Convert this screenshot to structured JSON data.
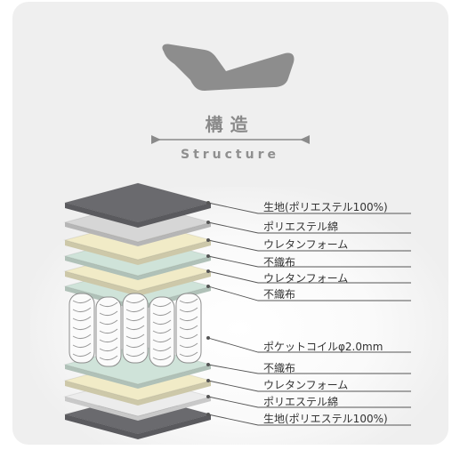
{
  "header": {
    "title_jp": "構造",
    "title_en": "Structure"
  },
  "icons": {
    "bed": "adjustable-bed-icon"
  },
  "layers": [
    {
      "label": "生地(ポリエステル100%)",
      "color": "#6a6a6e"
    },
    {
      "label": "ポリエステル綿",
      "color": "#d6d6d6"
    },
    {
      "label": "ウレタンフォーム",
      "color": "#f1ebc7"
    },
    {
      "label": "不織布",
      "color": "#cfe3d9"
    },
    {
      "label": "ウレタンフォーム",
      "color": "#f1ebc7"
    },
    {
      "label": "不織布",
      "color": "#cfe3d9"
    },
    {
      "label": "ポケットコイルφ2.0mm",
      "color": "#f5f5f5"
    },
    {
      "label": "不織布",
      "color": "#cfe3d9"
    },
    {
      "label": "ウレタンフォーム",
      "color": "#f1ebc7"
    },
    {
      "label": "ポリエステル綿",
      "color": "#ececec"
    },
    {
      "label": "生地(ポリエステル100%)",
      "color": "#6a6a6e"
    }
  ]
}
